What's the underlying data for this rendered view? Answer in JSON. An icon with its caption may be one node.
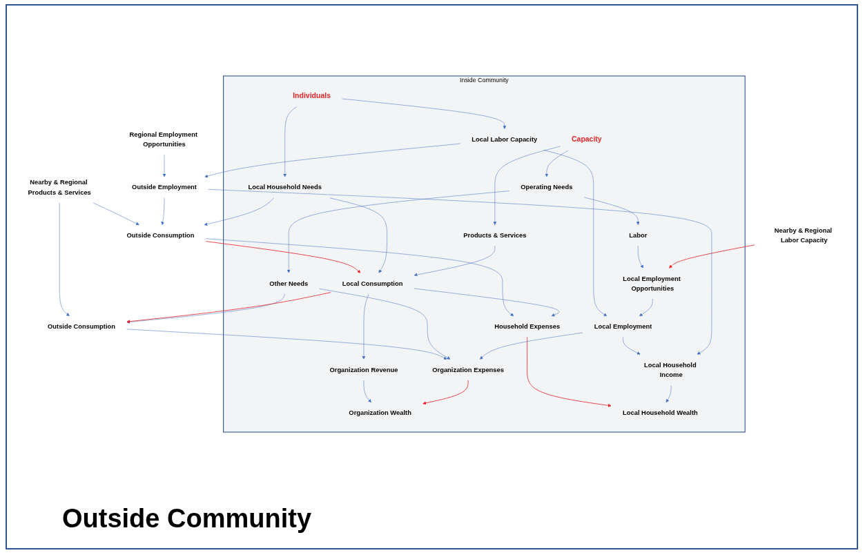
{
  "diagram": {
    "nodes": [
      {
        "text": [
          "Inside Community"
        ]
      },
      {
        "text": [
          "Nearby & Regional Labor Capacity"
        ]
      },
      {
        "text": [
          "Regional Employment Opportunities"
        ]
      },
      {
        "text": [
          "Outside Employment"
        ]
      },
      {
        "text": [
          "Organization Expenses"
        ],
        "in": 0
      },
      {
        "text": [
          "Labor"
        ],
        "in": 0
      },
      {
        "text": [
          "Local Household Income"
        ],
        "in": 0
      },
      {
        "text": [
          "Other Needs"
        ],
        "in": 0
      },
      {
        "text": [
          "Operating Needs"
        ],
        "in": 0
      },
      {
        "text": [
          "Local Employment Opportunities"
        ],
        "in": 0
      },
      {
        "text": [
          "Local Employment"
        ],
        "in": 0
      },
      {
        "text": [
          "Local Labor Capacity"
        ],
        "in": 0
      },
      {
        "text": [
          "Organization Wealth"
        ],
        "in": 0
      },
      {
        "text": [
          "Capacity"
        ],
        "in": 0
      },
      {
        "text": [
          "Individuals"
        ],
        "in": 0
      },
      {
        "text": [
          "Local Household Wealth"
        ],
        "in": 0
      },
      {
        "text": [
          "Products & Services"
        ],
        "in": 0
      },
      {
        "text": [
          "Local Consumption"
        ],
        "in": 0
      },
      {
        "text": [
          "Local Household Needs"
        ],
        "in": 0
      },
      {
        "text": [
          "Organization Revenue"
        ],
        "in": 0
      },
      {
        "text": [
          "Household Expenses"
        ],
        "in": 0
      },
      {
        "text": [
          "Outside Consumption"
        ]
      },
      {
        "text": [
          "Nearby & Regional Products & Services"
        ]
      },
      {
        "text": [
          "Outside Consumption"
        ]
      }
    ],
    "edges": [
      {
        "from": 1,
        "to": 9,
        "arrow": "to",
        "color": "#e8262a"
      },
      {
        "from": 9,
        "to": 10,
        "arrow": "to"
      },
      {
        "from": 2,
        "to": 3,
        "arrow": "to"
      },
      {
        "from": 3,
        "to": 6,
        "arrow": "to"
      },
      {
        "from": 11,
        "to": 3,
        "arrow": "to"
      },
      {
        "from": 3,
        "to": 23,
        "arrow": "to"
      },
      {
        "from": 10,
        "to": 4,
        "arrow": "to"
      },
      {
        "from": 10,
        "to": 6,
        "arrow": "to"
      },
      {
        "from": 6,
        "to": 15,
        "arrow": "to"
      },
      {
        "from": 11,
        "to": 10,
        "arrow": "to"
      },
      {
        "from": 5,
        "to": 9,
        "arrow": "to"
      },
      {
        "from": 8,
        "to": 5,
        "arrow": "to"
      },
      {
        "from": 8,
        "to": 7,
        "arrow": "to"
      },
      {
        "from": 7,
        "to": 4,
        "arrow": "to"
      },
      {
        "from": 7,
        "to": 21,
        "arrow": "to"
      },
      {
        "from": 21,
        "to": 4,
        "arrow": "to"
      },
      {
        "from": 4,
        "to": 12,
        "arrow": "to",
        "color": "#e8262a"
      },
      {
        "from": 13,
        "to": 8,
        "arrow": "to"
      },
      {
        "from": 13,
        "to": 16,
        "arrow": "to"
      },
      {
        "from": 16,
        "to": 17,
        "arrow": "to"
      },
      {
        "from": 18,
        "to": 17,
        "arrow": "to"
      },
      {
        "from": 14,
        "to": 11,
        "arrow": "to"
      },
      {
        "from": 14,
        "to": 18,
        "arrow": "to"
      },
      {
        "from": 17,
        "to": 19,
        "arrow": "to"
      },
      {
        "from": 19,
        "to": 12,
        "arrow": "to"
      },
      {
        "from": 17,
        "to": 20,
        "arrow": "to"
      },
      {
        "from": 20,
        "to": 15,
        "arrow": "to",
        "color": "#e8262a"
      },
      {
        "from": 18,
        "to": 23,
        "arrow": "to"
      },
      {
        "from": 23,
        "to": 20,
        "arrow": "to"
      },
      {
        "from": 23,
        "to": 17,
        "arrow": "to",
        "color": "#e8262a"
      },
      {
        "from": 17,
        "to": 21,
        "arrow": "to",
        "color": "#e8262a"
      },
      {
        "from": 22,
        "to": 23,
        "arrow": "to"
      },
      {
        "from": 22,
        "to": 21,
        "arrow": "to"
      }
    ],
    "labels": [
      "Outside Community"
    ]
  }
}
